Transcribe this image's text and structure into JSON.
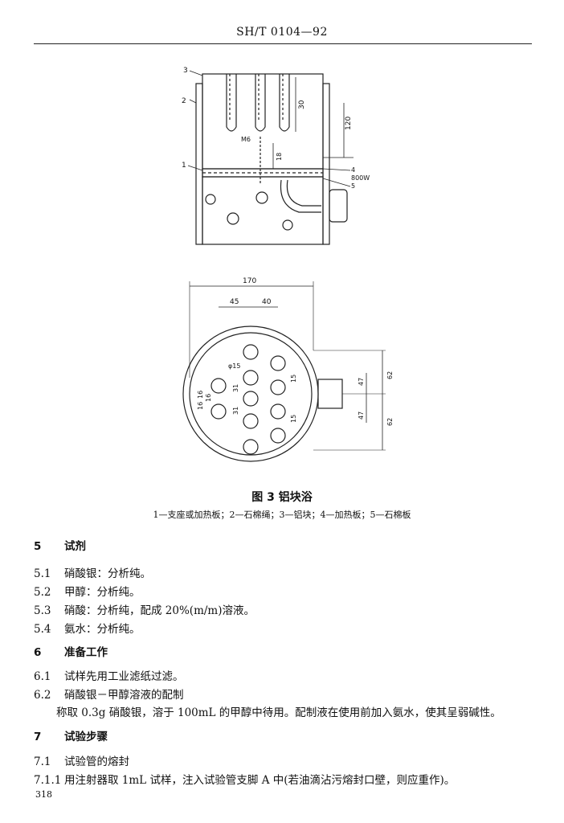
{
  "header": {
    "standard_code": "SH/T 0104—92"
  },
  "figure": {
    "caption": "图 3   铝块浴",
    "legend": "1—支座或加热板；2—石棉绳；3—铝块；4—加热板；5—石棉板",
    "top_view_labels": {
      "callout_1": "1",
      "callout_2": "2",
      "callout_3": "3",
      "callout_4": "4",
      "callout_5": "5",
      "dim_30": "30",
      "dim_120": "120",
      "dim_m6": "M6",
      "dim_18": "18",
      "power": "800W"
    },
    "plan_view_labels": {
      "dim_170": "170",
      "dim_45": "45",
      "dim_40": "40",
      "dim_phi15": "φ15",
      "dim_15_a": "15",
      "dim_15_b": "15",
      "dim_16_a": "16",
      "dim_16_b": "16",
      "dim_16_c": "16",
      "dim_31_a": "31",
      "dim_31_b": "31",
      "dim_47_a": "47",
      "dim_47_b": "47",
      "dim_62_a": "62",
      "dim_62_b": "62"
    }
  },
  "sections": [
    {
      "num": "5",
      "text": "试剂",
      "heading": true
    },
    {
      "num": "5.1",
      "text": "硝酸银：分析纯。"
    },
    {
      "num": "5.2",
      "text": "甲醇：分析纯。"
    },
    {
      "num": "5.3",
      "text": "硝酸：分析纯，配成 20%(m/m)溶液。"
    },
    {
      "num": "5.4",
      "text": "氨水：分析纯。"
    },
    {
      "num": "6",
      "text": "准备工作",
      "heading": true
    },
    {
      "num": "6.1",
      "text": "试样先用工业滤纸过滤。"
    },
    {
      "num": "6.2",
      "text": "硝酸银－甲醇溶液的配制"
    },
    {
      "num": "",
      "text": "称取 0.3g 硝酸银，溶于 100mL 的甲醇中待用。配制液在使用前加入氨水，使其呈弱碱性。"
    },
    {
      "num": "7",
      "text": "试验步骤",
      "heading": true
    },
    {
      "num": "7.1",
      "text": "试验管的熔封"
    },
    {
      "num": "7.1.1",
      "text": "用注射器取 1mL 试样，注入试验管支脚 A 中(若油滴沾污熔封口壁，则应重作)。"
    }
  ],
  "footer": {
    "page_number": "318"
  }
}
